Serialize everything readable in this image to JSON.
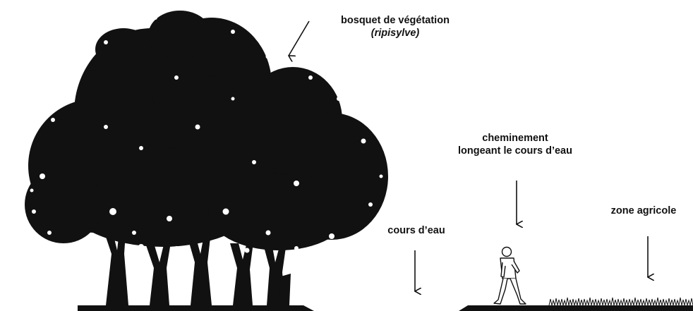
{
  "labels": {
    "vegetation": {
      "line1": "bosquet de végétation",
      "line2": "(ripisylve)"
    },
    "path": {
      "line1": "cheminement",
      "line2": "longeant le cours d’eau"
    },
    "watercourse": "cours d’eau",
    "agricultural": "zone agricole"
  },
  "colors": {
    "ink": "#111111",
    "background": "#ffffff"
  },
  "icons": {
    "tree_grove": "tree-grove-silhouette",
    "walker": "walking-person-outline",
    "grass": "grass-strip",
    "arrow": "arrow-down"
  }
}
